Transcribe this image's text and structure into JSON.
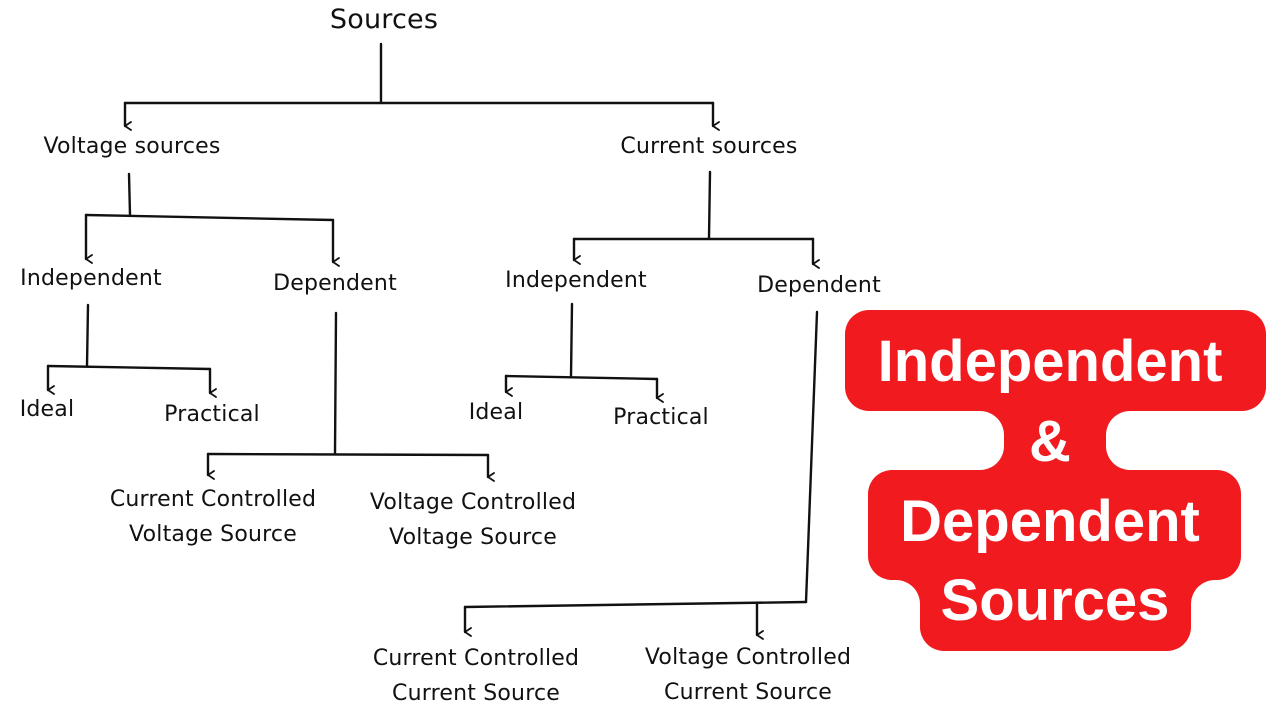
{
  "diagram": {
    "title_badge": {
      "lines": [
        "Independent",
        "&",
        "Dependent",
        "Sources"
      ],
      "background_color": "#f01a1f",
      "text_color": "#ffffff"
    },
    "line_color": "#111111",
    "nodes": {
      "root": "Sources",
      "voltage_sources": "Voltage sources",
      "current_sources": "Current sources",
      "v_independent": "Independent",
      "v_dependent": "Dependent",
      "c_independent": "Independent",
      "c_dependent": "Dependent",
      "v_ideal": "Ideal",
      "v_practical": "Practical",
      "c_ideal": "Ideal",
      "c_practical": "Practical",
      "ccvs": [
        "Current Controlled",
        "Voltage Source"
      ],
      "vcvs": [
        "Voltage Controlled",
        "Voltage Source"
      ],
      "cccs": [
        "Current Controlled",
        "Current Source"
      ],
      "vccs": [
        "Voltage Controlled",
        "Current Source"
      ]
    },
    "edges": [
      [
        "root",
        "voltage_sources"
      ],
      [
        "root",
        "current_sources"
      ],
      [
        "voltage_sources",
        "v_independent"
      ],
      [
        "voltage_sources",
        "v_dependent"
      ],
      [
        "current_sources",
        "c_independent"
      ],
      [
        "current_sources",
        "c_dependent"
      ],
      [
        "v_independent",
        "v_ideal"
      ],
      [
        "v_independent",
        "v_practical"
      ],
      [
        "v_dependent",
        "ccvs"
      ],
      [
        "v_dependent",
        "vcvs"
      ],
      [
        "c_independent",
        "c_ideal"
      ],
      [
        "c_independent",
        "c_practical"
      ],
      [
        "c_dependent",
        "cccs"
      ],
      [
        "c_dependent",
        "vccs"
      ]
    ]
  }
}
